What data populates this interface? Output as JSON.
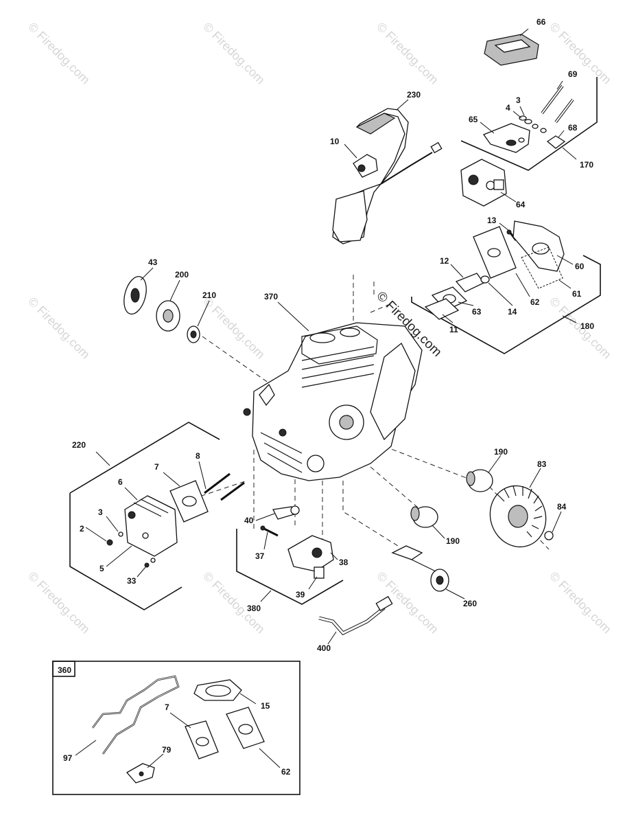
{
  "watermark": {
    "text": "© Firedog.com",
    "center_text": "© Firedog.com"
  },
  "callouts": {
    "p66": "66",
    "p69": "69",
    "p3a": "3",
    "p4": "4",
    "p65": "65",
    "p68": "68",
    "p170": "170",
    "p64": "64",
    "p230": "230",
    "p10": "10",
    "p13": "13",
    "p12": "12",
    "p60": "60",
    "p61": "61",
    "p62a": "62",
    "p63": "63",
    "p14": "14",
    "p11": "11",
    "p180": "180",
    "p43": "43",
    "p200": "200",
    "p210": "210",
    "p370": "370",
    "p220": "220",
    "p8": "8",
    "p7a": "7",
    "p6": "6",
    "p3b": "3",
    "p2": "2",
    "p5": "5",
    "p33": "33",
    "p40": "40",
    "p37": "37",
    "p38": "38",
    "p39": "39",
    "p380": "380",
    "p190a": "190",
    "p83": "83",
    "p84": "84",
    "p190b": "190",
    "p260": "260",
    "p400": "400",
    "p15": "15",
    "p7b": "7",
    "p97": "97",
    "p79": "79",
    "p62b": "62"
  },
  "inset": {
    "label": "360"
  }
}
